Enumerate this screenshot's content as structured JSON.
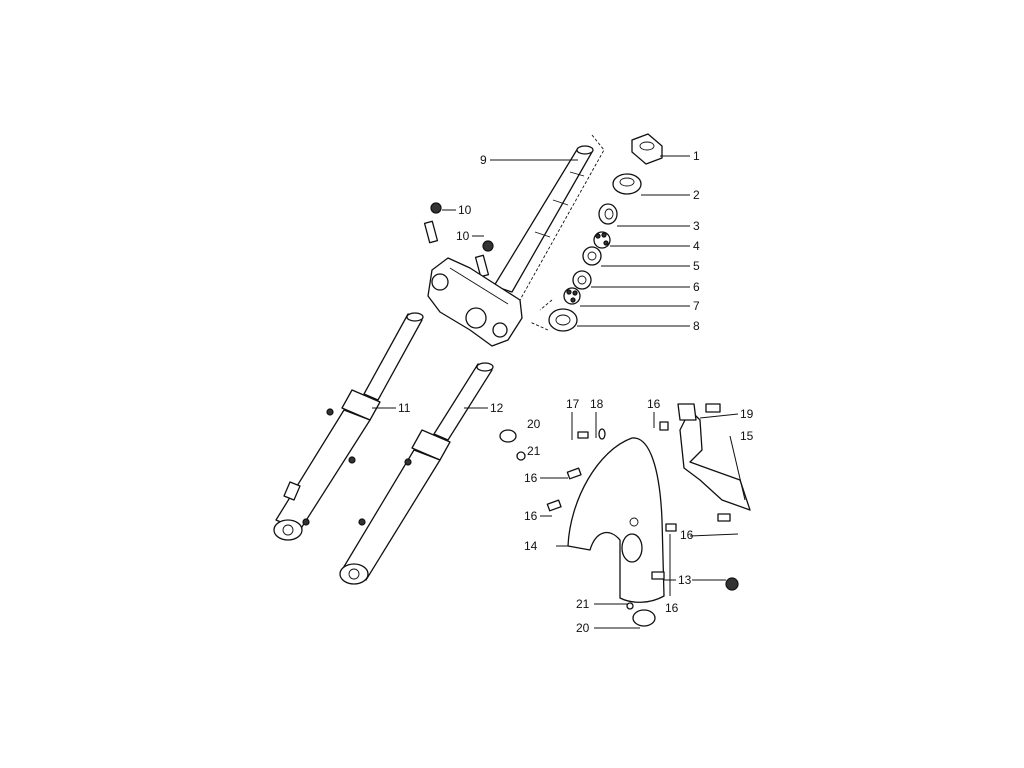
{
  "callouts": {
    "c1": "1",
    "c2": "2",
    "c3": "3",
    "c4": "4",
    "c5": "5",
    "c6": "6",
    "c7": "7",
    "c8": "8",
    "c9": "9",
    "c10a": "10",
    "c10b": "10",
    "c11": "11",
    "c12": "12",
    "c13": "13",
    "c14": "14",
    "c15": "15",
    "c16a": "16",
    "c16b": "16",
    "c16c": "16",
    "c16d": "16",
    "c16e": "16",
    "c17": "17",
    "c18": "18",
    "c19": "19",
    "c20a": "20",
    "c20b": "20",
    "c21a": "21",
    "c21b": "21"
  }
}
